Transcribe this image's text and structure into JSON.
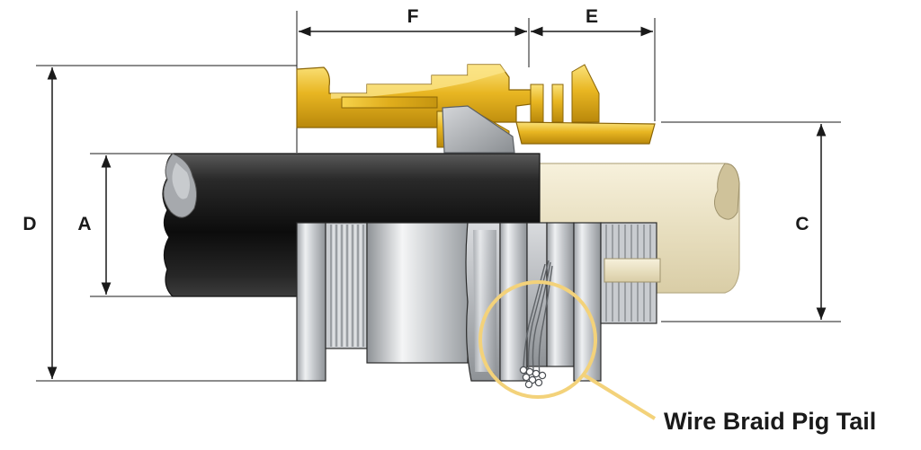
{
  "dimensions": {
    "A": "A",
    "C": "C",
    "D": "D",
    "E": "E",
    "F": "F"
  },
  "callout": {
    "label": "Wire Braid Pig Tail"
  },
  "colors": {
    "brass": "#e0b21c",
    "brass_light": "#f7d84a",
    "cable_outer": "#1c1c1c",
    "cable_inner": "#ede4c6",
    "steel": "#c9cbce",
    "highlight_ring": "#f3d27a"
  }
}
